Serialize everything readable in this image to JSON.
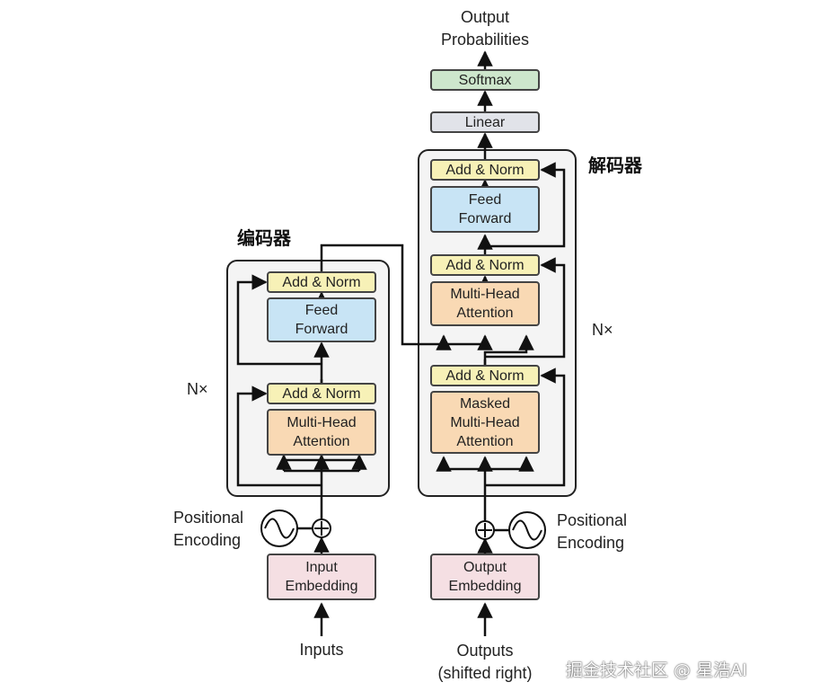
{
  "labels": {
    "encoder_title": "编码器",
    "decoder_title": "解码器",
    "encoder_nx": "N×",
    "decoder_nx": "N×",
    "enc_positional": "Positional\nEncoding",
    "dec_positional": "Positional\nEncoding",
    "inputs": "Inputs",
    "outputs": "Outputs\n(shifted right)",
    "output_probabilities": "Output\nProbabilities"
  },
  "encoder": {
    "add_norm_top": "Add & Norm",
    "feed_forward": "Feed\nForward",
    "add_norm_bottom": "Add & Norm",
    "multi_head": "Multi-Head\nAttention",
    "input_embedding": "Input\nEmbedding"
  },
  "decoder": {
    "add_norm_top": "Add & Norm",
    "feed_forward": "Feed\nForward",
    "add_norm_mid": "Add & Norm",
    "multi_head": "Multi-Head\nAttention",
    "add_norm_bottom": "Add & Norm",
    "masked_multi_head": "Masked\nMulti-Head\nAttention",
    "output_embedding": "Output\nEmbedding",
    "linear": "Linear",
    "softmax": "Softmax"
  },
  "watermark": "掘金技术社区 @ 星浩AI",
  "colors": {
    "add_norm": "#f7f1b7",
    "attention": "#f9d9b4",
    "feed_forward": "#c8e4f5",
    "embedding": "#f5dfe3",
    "softmax": "#cde6cc",
    "linear": "#e1e3e9"
  }
}
